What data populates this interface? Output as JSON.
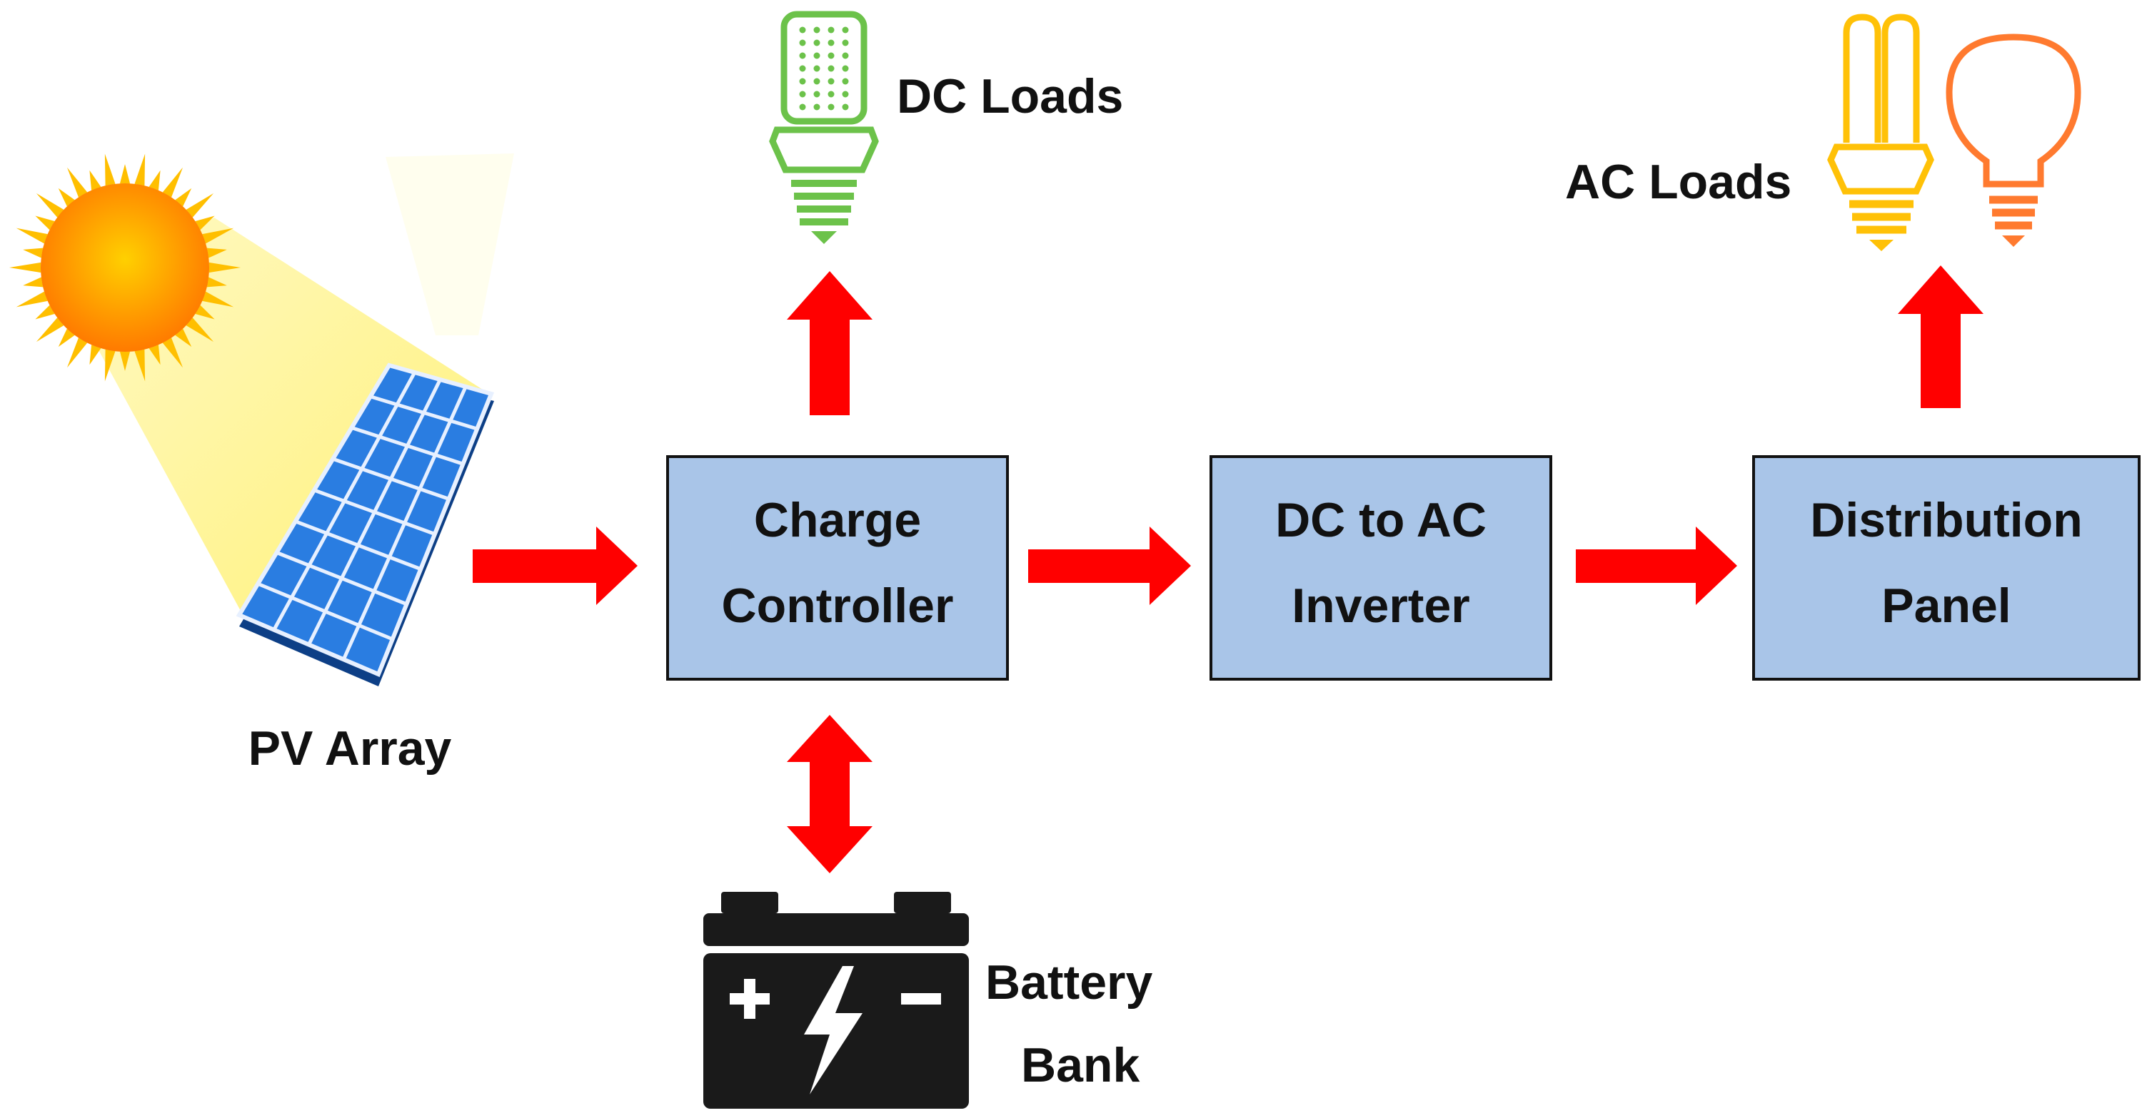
{
  "labels": {
    "pv_array": "PV Array",
    "dc_loads": "DC Loads",
    "ac_loads": "AC Loads",
    "battery_line1": "Battery",
    "battery_line2": "Bank"
  },
  "boxes": {
    "charge_controller": {
      "line1": "Charge",
      "line2": "Controller"
    },
    "inverter": {
      "line1": "DC to AC",
      "line2": "Inverter"
    },
    "distribution_panel": {
      "line1": "Distribution",
      "line2": "Panel"
    }
  },
  "colors": {
    "box_fill": "#a9c5e8",
    "box_border": "#111111",
    "arrow": "#ff0000",
    "sun": "#ffa000",
    "sun_rays": "#ffbf00",
    "light_beam": "#fff59d",
    "panel_blue": "#1e6bd6",
    "dc_bulb": "#6cc24a",
    "ac_bulb_cfl": "#ffc107",
    "ac_bulb_incandescent": "#ff7a2f",
    "battery": "#1a1a1a"
  },
  "icons": [
    "sun-icon",
    "solar-panel-icon",
    "led-bulb-icon",
    "cfl-bulb-icon",
    "incandescent-bulb-icon",
    "battery-icon"
  ]
}
